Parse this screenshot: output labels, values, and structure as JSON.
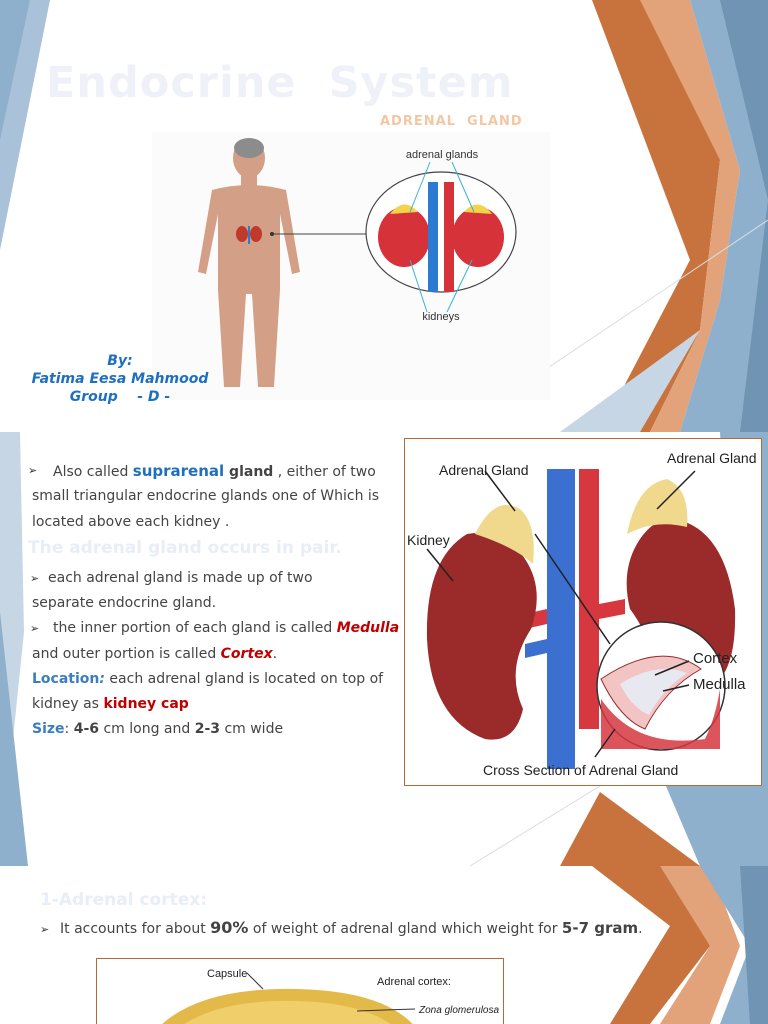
{
  "slide1": {
    "title": "Endocrine  System",
    "subtitle": "ADRENAL  GLAND",
    "figure": {
      "label_glands": "adrenal glands",
      "label_kidneys": "kidneys"
    },
    "byline": {
      "by": "By:",
      "name": "Fatima Eesa Mahmood",
      "group": "Group    - D -"
    }
  },
  "slide2": {
    "bullet_symbol": "➢",
    "p1": {
      "pre": "Also called ",
      "term": "suprarenal",
      "term2": " gland",
      "post": " , either of two",
      "line2": "small triangular endocrine glands one of Which is",
      "line3": "located above each kidney ."
    },
    "pair_heading": "The adrenal gland occurs in pair.",
    "p2": {
      "line1": "each adrenal gland is made up of two",
      "line2": "separate endocrine gland."
    },
    "p3": {
      "pre": "the inner portion of each gland is called ",
      "medulla": "Medulla",
      "line2_pre": "and outer portion is called ",
      "cortex": "Cortex",
      "line2_post": "."
    },
    "location": {
      "label": "Location",
      "colon": ":",
      "text": " each adrenal gland is located on top of",
      "line2_pre": "kidney as ",
      "cap": "kidney cap"
    },
    "size": {
      "label": "Size",
      "colon": ": ",
      "v1": "4-6",
      "mid": " cm long and ",
      "v2": "2-3",
      "post": " cm wide"
    },
    "figure": {
      "adrenal_left": "Adrenal Gland",
      "adrenal_right": "Adrenal Gland",
      "kidney": "Kidney",
      "cortex": "Cortex",
      "medulla": "Medulla",
      "caption": "Cross Section of Adrenal Gland"
    }
  },
  "slide3": {
    "heading": "1-Adrenal cortex:",
    "bullet_symbol": "➢",
    "line": {
      "pre": "It accounts for about ",
      "pct": "90%",
      "mid": " of weight of adrenal gland which weight for ",
      "grams": "5-7 gram",
      "post": "."
    },
    "figure": {
      "capsule": "Capsule",
      "cortex": "Adrenal cortex:",
      "zona": "Zona glomerulosa"
    }
  },
  "colors": {
    "accent_blue": "#1f6fc0",
    "accent_red": "#c00000",
    "deco_orange": "#c8733e",
    "deco_blue": "#8fb0cc"
  }
}
